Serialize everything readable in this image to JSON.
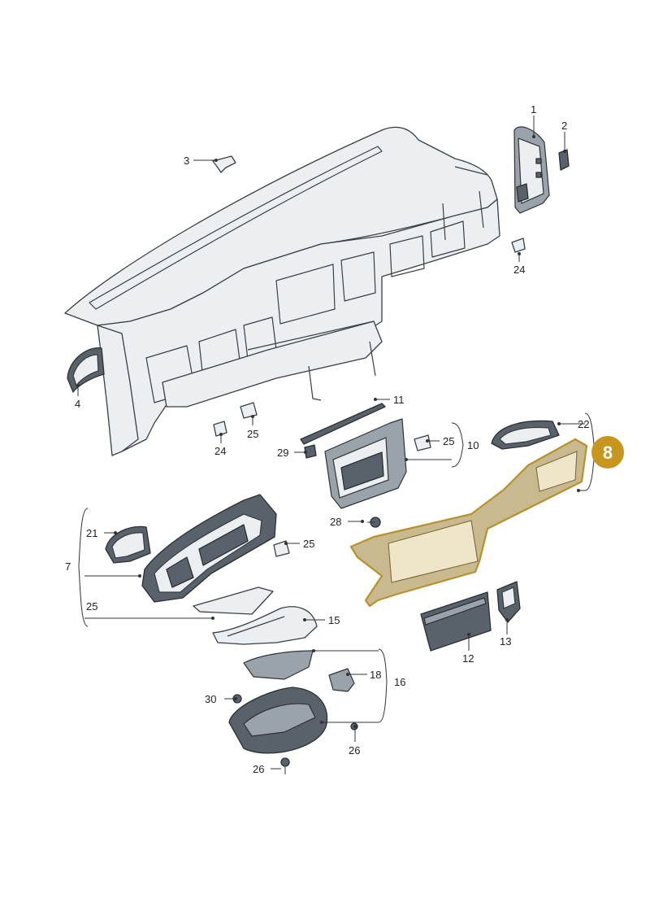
{
  "labels": {
    "p1": "1",
    "p2": "2",
    "p3": "3",
    "p4": "4",
    "p7": "7",
    "p10": "10",
    "p11": "11",
    "p12": "12",
    "p13": "13",
    "p15": "15",
    "p16": "16",
    "p18": "18",
    "p21": "21",
    "p22": "22",
    "p24a": "24",
    "p24b": "24",
    "p25a": "25",
    "p25b": "25",
    "p25c": "25",
    "p25d": "25",
    "p26a": "26",
    "p26b": "26",
    "p28": "28",
    "p29": "29",
    "p30": "30"
  },
  "highlight": {
    "label": "8",
    "badge_color": "#c8961e",
    "trim_color": "#c9b98e"
  }
}
